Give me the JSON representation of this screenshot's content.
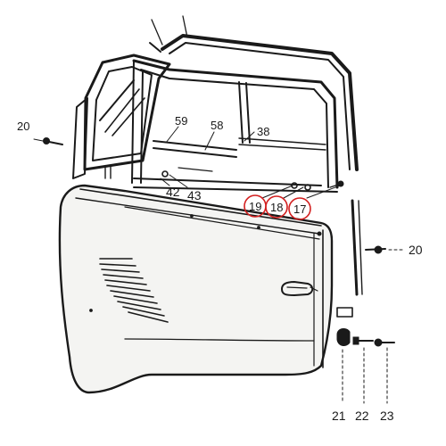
{
  "diagram": {
    "callouts": {
      "c20_left": "20",
      "c20_right": "20",
      "c59": "59",
      "c58": "58",
      "c38": "38",
      "c42": "42",
      "c43": "43",
      "c19": "19",
      "c18": "18",
      "c17": "17",
      "c21": "21",
      "c22": "22",
      "c23": "23"
    },
    "highlighted_parts": [
      "19",
      "18",
      "17"
    ],
    "highlight_color": "#d32020",
    "ink_color": "#1a1a1a"
  }
}
